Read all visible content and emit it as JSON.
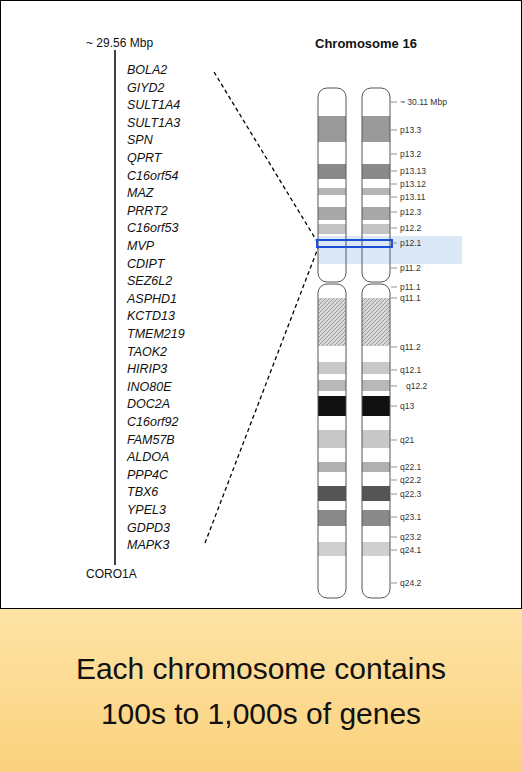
{
  "diagram": {
    "title": "Chromosome 16",
    "nodes": [
      {
        "text": [
          "Each chromosome contains 100s to 1,000s of genes"
        ]
      }
    ],
    "labels": [
      "~ 29.56 Mbp",
      "BOLA2",
      "GIYD2",
      "SULT1A4",
      "SULT1A3",
      "SPN",
      "QPRT",
      "C16orf54",
      "MAZ",
      "PRRT2",
      "C16orf53",
      "MVP",
      "CDIPT",
      "SEZ6L2",
      "ASPHD1",
      "KCTD13",
      "TMEM219",
      "TAOK2",
      "HIRIP3",
      "INO80E",
      "DOC2A",
      "C16orf92",
      "FAM57B",
      "ALDOA",
      "PPP4C",
      "TBX6",
      "YPEL3",
      "GDPD3",
      "MAPK3",
      "CORO1A",
      "~ 30.11 Mbp",
      "p13.3",
      "p13.2",
      "p13.13",
      "p13.12",
      "p13.11",
      "p12.3",
      "p12.2",
      "p12.1",
      "p11.2",
      "p11.1",
      "q11.1",
      "q11.2",
      "q12.1",
      "q12.2",
      "q13",
      "q21",
      "q22.1",
      "q22.2",
      "q22.3",
      "q23.1",
      "q23.2",
      "q24.1",
      "q24.2"
    ]
  }
}
